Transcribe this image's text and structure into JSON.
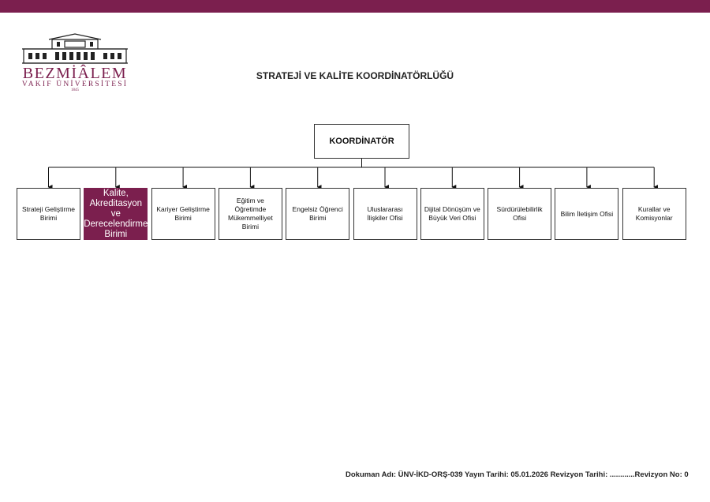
{
  "theme": {
    "accent": "#7b1f4e"
  },
  "logo": {
    "name": "BEZMİÂLEM",
    "subtitle": "VAKIF ÜNİVERSİTESİ",
    "year": "1845",
    "icon": "building-icon"
  },
  "title": "STRATEJİ VE KALİTE KOORDİNATÖRLÜĞÜ",
  "org_chart": {
    "coordinator": "KOORDİNATÖR",
    "units": [
      {
        "label": "Strateji Geliştirme Birimi",
        "highlighted": false
      },
      {
        "label": "Kalite, Akreditasyon ve Derecelendirme Birimi",
        "highlighted": true
      },
      {
        "label": "Kariyer Geliştirme Birimi",
        "highlighted": false
      },
      {
        "label": "Eğitim ve Öğretimde Mükemmelliyet Birimi",
        "highlighted": false
      },
      {
        "label": "Engelsiz Öğrenci Birimi",
        "highlighted": false
      },
      {
        "label": "Uluslararası İlişkiler Ofisi",
        "highlighted": false
      },
      {
        "label": "Dijital Dönüşüm ve Büyük Veri Ofisi",
        "highlighted": false
      },
      {
        "label": "Sürdürülebilirlik Ofisi",
        "highlighted": false
      },
      {
        "label": "Bilim İletişim Ofisi",
        "highlighted": false
      },
      {
        "label": "Kurallar ve Komisyonlar",
        "highlighted": false
      }
    ]
  },
  "footer": {
    "text": "Dokuman Adı: ÜNV-İKD-ORŞ-039 Yayın Tarihi: 05.01.2026 Revizyon Tarihi: ............Revizyon No: 0"
  }
}
